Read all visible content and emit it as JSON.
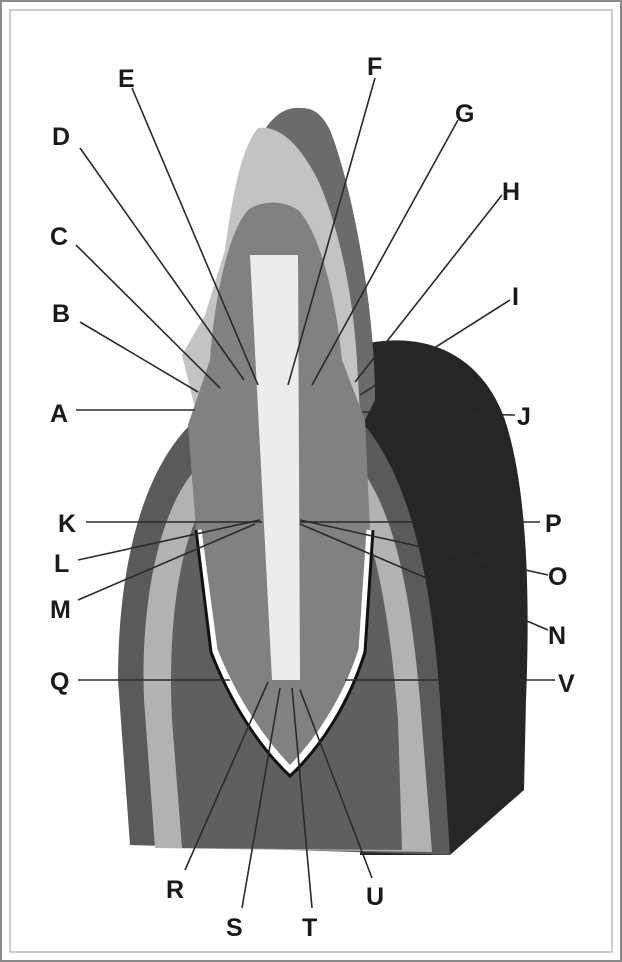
{
  "diagram": {
    "labels": {
      "A": "A",
      "B": "B",
      "C": "C",
      "D": "D",
      "E": "E",
      "F": "F",
      "G": "G",
      "H": "H",
      "I": "I",
      "J": "J",
      "K": "K",
      "L": "L",
      "M": "M",
      "N": "N",
      "O": "O",
      "P": "P",
      "Q": "Q",
      "R": "R",
      "S": "S",
      "T": "T",
      "U": "U",
      "V": "V"
    }
  }
}
